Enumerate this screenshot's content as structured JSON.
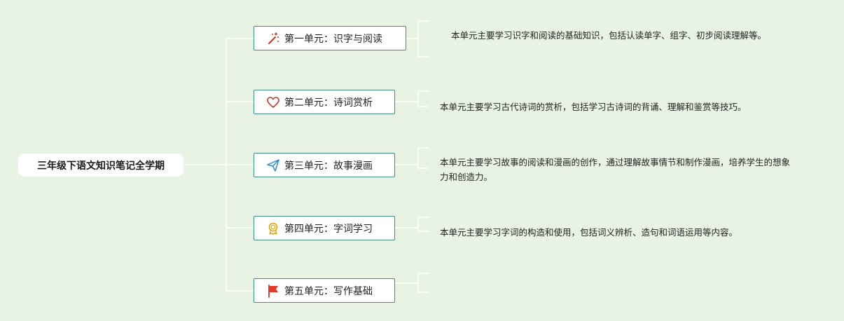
{
  "root": {
    "title": "三年级下语文知识笔记全学期"
  },
  "units": [
    {
      "label": "第一单元：识字与阅读",
      "icon": "magic-wand-icon",
      "description": "本单元主要学习识字和阅读的基础知识，包括认读单字、组字、初步阅读理解等。"
    },
    {
      "label": "第二单元：诗词赏析",
      "icon": "heart-icon",
      "description": "本单元主要学习古代诗词的赏析，包括学习古诗词的背诵、理解和鉴赏等技巧。"
    },
    {
      "label": "第三单元：故事漫画",
      "icon": "paper-plane-icon",
      "description": "本单元主要学习故事的阅读和漫画的创作，通过理解故事情节和制作漫画，培养学生的想象力和创造力。"
    },
    {
      "label": "第四单元：字词学习",
      "icon": "award-medal-icon",
      "description": "本单元主要学习字词的构造和使用，包括词义辨析、造句和词语运用等内容。"
    },
    {
      "label": "第五单元：写作基础",
      "icon": "red-flag-icon",
      "description": ""
    }
  ],
  "colors": {
    "background": "#e9f3e3",
    "connector": "#ffffff",
    "node_border": "#3d8f80"
  }
}
